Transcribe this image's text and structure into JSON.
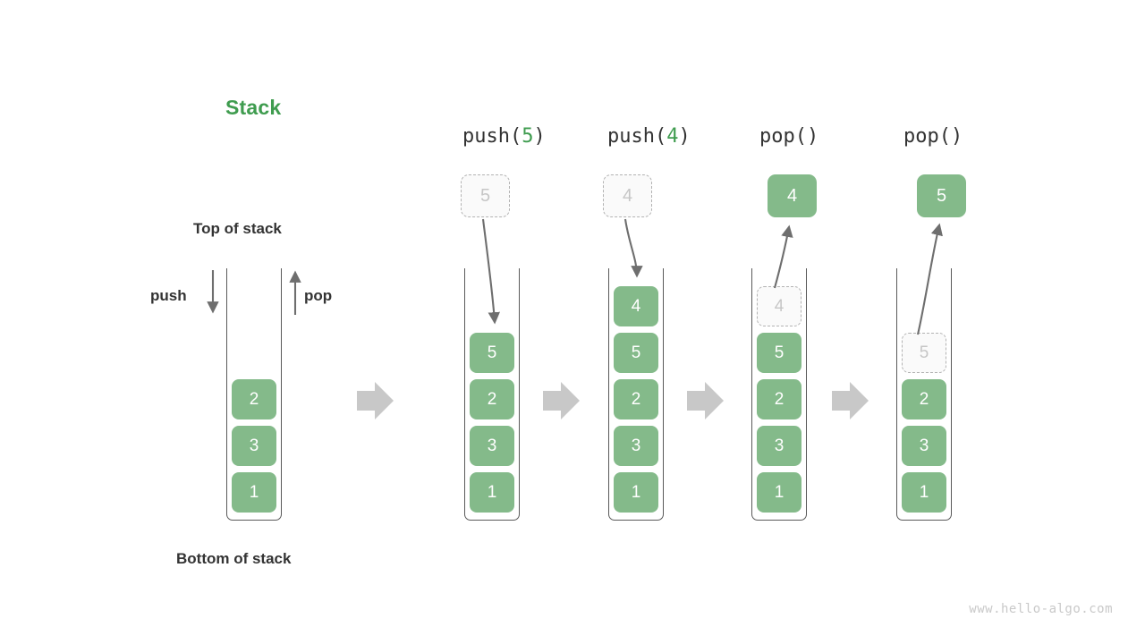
{
  "title": "Stack",
  "labels": {
    "top_of_stack": "Top of stack",
    "bottom_of_stack": "Bottom of stack",
    "push": "push",
    "pop": "pop"
  },
  "watermark": "www.hello-algo.com",
  "colors": {
    "accent_green": "#3f9c4f",
    "box_green": "#84ba8a",
    "ghost_border": "#b3b3b3",
    "ghost_text": "#c6c6c6",
    "arrow_gray": "#6e6e6e",
    "transition_arrow": "#c8c8c8",
    "text_dark": "#333333",
    "container_stroke": "#595959"
  },
  "columns": [
    {
      "id": "initial",
      "op_prefix": "",
      "op_arg": "",
      "op_suffix": "",
      "has_op_label": false,
      "cells": [
        "2",
        "3",
        "1"
      ],
      "float": null,
      "float_value": "",
      "arrow": "none"
    },
    {
      "id": "push-5",
      "op_prefix": "push(",
      "op_arg": "5",
      "op_suffix": ")",
      "has_op_label": true,
      "cells": [
        "5",
        "2",
        "3",
        "1"
      ],
      "float": "ghost",
      "float_value": "5",
      "arrow": "down"
    },
    {
      "id": "push-4",
      "op_prefix": "push(",
      "op_arg": "4",
      "op_suffix": ")",
      "has_op_label": true,
      "cells": [
        "4",
        "5",
        "2",
        "3",
        "1"
      ],
      "float": "ghost",
      "float_value": "4",
      "arrow": "down"
    },
    {
      "id": "pop-1",
      "op_prefix": "pop(",
      "op_arg": "",
      "op_suffix": ")",
      "has_op_label": true,
      "cells": [
        "4",
        "5",
        "2",
        "3",
        "1"
      ],
      "ghost_index": 0,
      "float": "solid",
      "float_value": "4",
      "arrow": "up"
    },
    {
      "id": "pop-2",
      "op_prefix": "pop(",
      "op_arg": "",
      "op_suffix": ")",
      "has_op_label": true,
      "cells": [
        "5",
        "2",
        "3",
        "1"
      ],
      "ghost_index": 0,
      "float": "solid",
      "float_value": "5",
      "arrow": "up"
    }
  ],
  "transition_arrows": 4
}
